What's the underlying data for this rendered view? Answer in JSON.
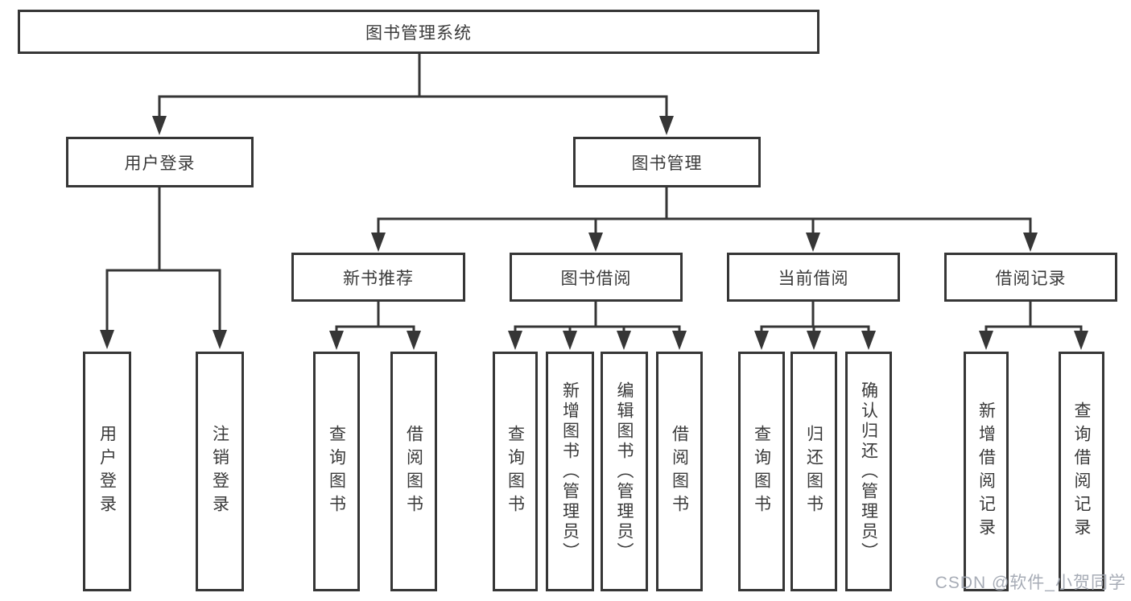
{
  "style": {
    "line_color": "#363636",
    "text_color": "#3a3a3a",
    "background": "#ffffff",
    "watermark_color": "#a2a8b2"
  },
  "tree": {
    "label": "图书管理系统",
    "children": [
      {
        "label": "用户登录",
        "children": [
          {
            "label": "用户登录"
          },
          {
            "label": "注销登录"
          }
        ]
      },
      {
        "label": "图书管理",
        "children": [
          {
            "label": "新书推荐",
            "children": [
              {
                "label": "查询图书"
              },
              {
                "label": "借阅图书"
              }
            ]
          },
          {
            "label": "图书借阅",
            "children": [
              {
                "label": "查询图书"
              },
              {
                "label": "新增图书（管理员）"
              },
              {
                "label": "编辑图书（管理员）"
              },
              {
                "label": "借阅图书"
              }
            ]
          },
          {
            "label": "当前借阅",
            "children": [
              {
                "label": "查询图书"
              },
              {
                "label": "归还图书"
              },
              {
                "label": "确认归还（管理员）"
              }
            ]
          },
          {
            "label": "借阅记录",
            "children": [
              {
                "label": "新增借阅记录"
              },
              {
                "label": "查询借阅记录"
              }
            ]
          }
        ]
      }
    ]
  },
  "watermark": {
    "text": "CSDN @软件_小贺同学"
  }
}
